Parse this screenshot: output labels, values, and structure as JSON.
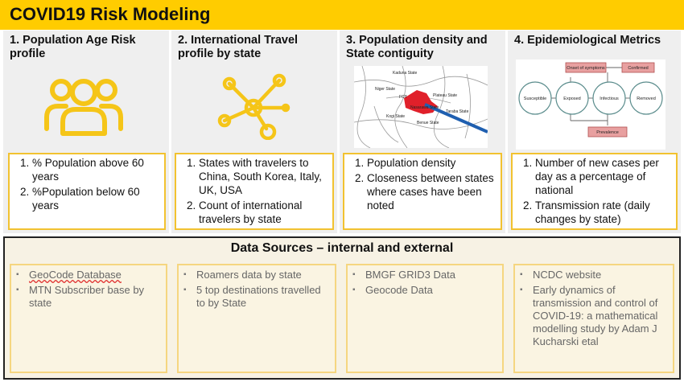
{
  "title": "COVID19 Risk Modeling",
  "panels": [
    {
      "heading": "1. Population Age Risk profile",
      "icon": "people-group-icon",
      "items": [
        "% Population above 60 years",
        "%Population below 60 years"
      ]
    },
    {
      "heading": "2. International Travel profile by state",
      "icon": "network-hub-icon",
      "items": [
        "States with travelers to China, South Korea, Italy, UK, USA",
        "Count of international travelers by state"
      ]
    },
    {
      "heading": "3. Population density and State contiguity",
      "map_labels": [
        "Kaduna State",
        "Niger State",
        "FCT",
        "Plateau State",
        "Kogi State",
        "Taraba State",
        "Benue State",
        "Nasarawa State"
      ],
      "items": [
        "Population density",
        "Closeness between states where cases have been noted"
      ]
    },
    {
      "heading": "4. Epidemiological Metrics",
      "diagram": {
        "nodes": [
          "Susceptible",
          "Exposed",
          "Infectious",
          "Removed"
        ],
        "boxes": [
          "Onset of symptoms",
          "Confirmed",
          "Prevalence"
        ]
      },
      "items": [
        "Number of new cases per day as a percentage of national",
        "Transmission rate (daily changes by state)"
      ]
    }
  ],
  "sources": {
    "title": "Data Sources – internal and external",
    "columns": [
      [
        "GeoCode Database",
        "MTN Subscriber base by state"
      ],
      [
        "Roamers data by state",
        "5 top destinations travelled to by State"
      ],
      [
        "BMGF GRID3 Data",
        "Geocode Data"
      ],
      [
        "NCDC website",
        "Early dynamics of transmission and control of COVID-19: a mathematical modelling study  by Adam J Kucharski etal"
      ]
    ]
  },
  "colors": {
    "title_bar": "#FFCC00",
    "icon": "#F5C518",
    "box_border": "#F2C230",
    "highlight_state": "#E0202A",
    "arrow": "#1F5FB0",
    "diagram_box": "#E8A0A0"
  }
}
